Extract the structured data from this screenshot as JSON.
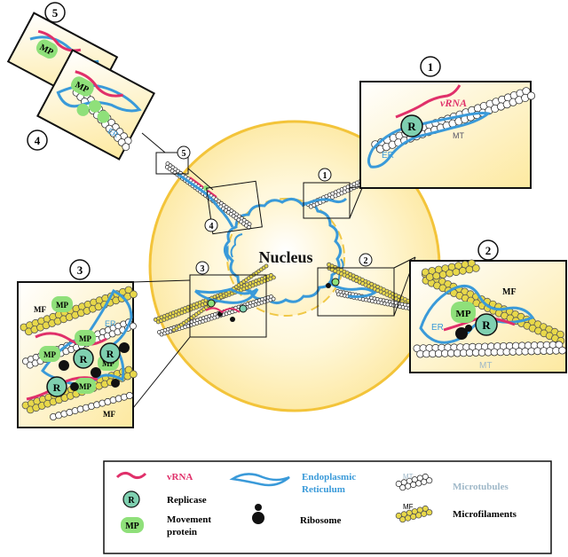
{
  "nucleus_label": "Nucleus",
  "step_numbers": [
    "1",
    "2",
    "3",
    "4",
    "5"
  ],
  "panel_labels": {
    "vrna": "vRNA",
    "r": "R",
    "mp": "MP",
    "er": "ER",
    "mt": "MT",
    "mf": "MF"
  },
  "legend": {
    "vrna": "vRNA",
    "replicase": "Replicase",
    "movement_protein_1": "Movement",
    "movement_protein_2": "protein",
    "er_1": "Endoplasmic",
    "er_2": "Reticulum",
    "ribosome": "Ribosome",
    "microtubules": "Microtubules",
    "microfilaments": "Microfilaments",
    "mt_tag": "MT",
    "mf_tag": "MF",
    "r_tag": "R",
    "mp_tag": "MP"
  },
  "colors": {
    "cell_fill": "#fff3c8",
    "cell_border": "#f0c040",
    "panel_fill": "#fff5d0",
    "er": "#3a9ad9",
    "vrna": "#e0306a",
    "replicase_fill": "#7fd0b0",
    "mp_fill": "#8fe07a",
    "mf_fill": "#e8d84a",
    "ribosome": "#111111",
    "mt_label": "#9fb8c8"
  }
}
